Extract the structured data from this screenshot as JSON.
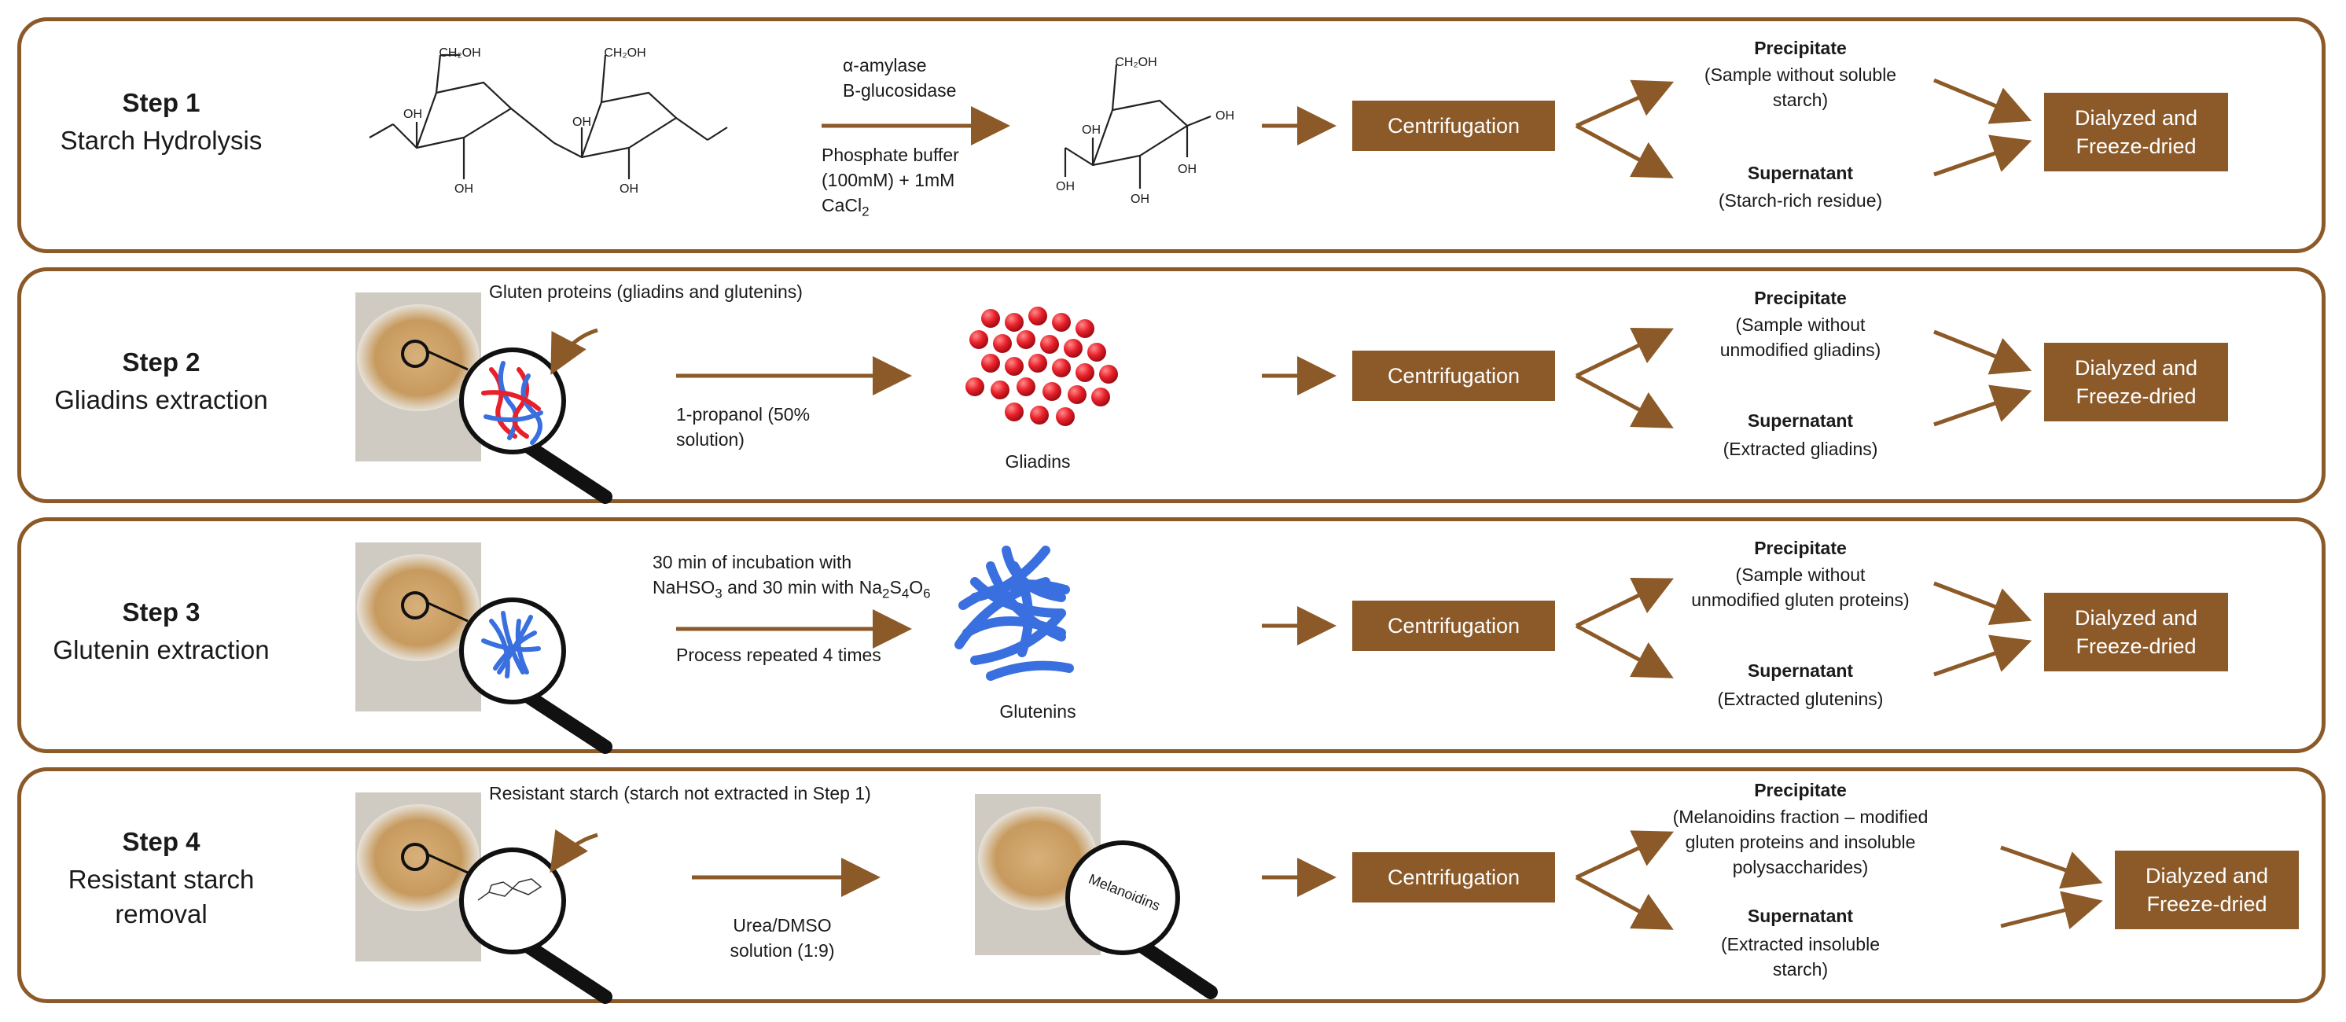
{
  "colors": {
    "brown": "#8c5a28",
    "red": "#e8202a",
    "blue": "#3a6fe0",
    "sample": "#d8b07a"
  },
  "steps": [
    {
      "title": "Step 1",
      "subtitle": "Starch Hydrolysis",
      "reagents": {
        "line1": "α-amylase",
        "line2": "B-glucosidase",
        "line3": "Phosphate buffer",
        "line4": "(100mM) + 1mM",
        "line5a": "CaCl",
        "line5sub": "2"
      },
      "centrifuge": "Centrifugation",
      "precipitate": {
        "label": "Precipitate",
        "line1": "(Sample without soluble",
        "line2": "starch)"
      },
      "supernatant": {
        "label": "Supernatant",
        "line1": "(Starch-rich residue)"
      },
      "final": {
        "line1": "Dialyzed and",
        "line2": "Freeze-dried"
      },
      "chem": {
        "ch2oh": "CH₂OH",
        "oh": "OH"
      }
    },
    {
      "title": "Step 2",
      "subtitle": "Gliadins extraction",
      "callout": "Gluten proteins (gliadins and glutenins)",
      "reagents": {
        "line1": "1-propanol (50%",
        "line2": "solution)"
      },
      "product": "Gliadins",
      "centrifuge": "Centrifugation",
      "precipitate": {
        "label": "Precipitate",
        "line1": "(Sample without",
        "line2": "unmodified gliadins)"
      },
      "supernatant": {
        "label": "Supernatant",
        "line1": "(Extracted gliadins)"
      },
      "final": {
        "line1": "Dialyzed and",
        "line2": "Freeze-dried"
      }
    },
    {
      "title": "Step 3",
      "subtitle": "Glutenin extraction",
      "reagents": {
        "line1": "30 min of incubation with",
        "line2a": "NaHSO",
        "line2b": "3",
        "line2c": " and 30 min with Na",
        "line2d": "2",
        "line2e": "S",
        "line2f": "4",
        "line2g": "O",
        "line2h": "6",
        "line3": "Process repeated 4 times"
      },
      "product": "Glutenins",
      "centrifuge": "Centrifugation",
      "precipitate": {
        "label": "Precipitate",
        "line1": "(Sample without",
        "line2": "unmodified gluten proteins)"
      },
      "supernatant": {
        "label": "Supernatant",
        "line1": "(Extracted glutenins)"
      },
      "final": {
        "line1": "Dialyzed and",
        "line2": "Freeze-dried"
      }
    },
    {
      "title": "Step 4",
      "subtitle1": "Resistant starch",
      "subtitle2": "removal",
      "callout": "Resistant starch (starch not extracted in Step 1)",
      "reagents": {
        "line1": "Urea/DMSO",
        "line2": "solution (1:9)"
      },
      "product": "Melanoidins",
      "centrifuge": "Centrifugation",
      "precipitate": {
        "label": "Precipitate",
        "line1": "(Melanoidins fraction – modified",
        "line2": "gluten proteins and insoluble",
        "line3": "polysaccharides)"
      },
      "supernatant": {
        "label": "Supernatant",
        "line1": "(Extracted insoluble",
        "line2": "starch)"
      },
      "final": {
        "line1": "Dialyzed and",
        "line2": "Freeze-dried"
      }
    }
  ]
}
